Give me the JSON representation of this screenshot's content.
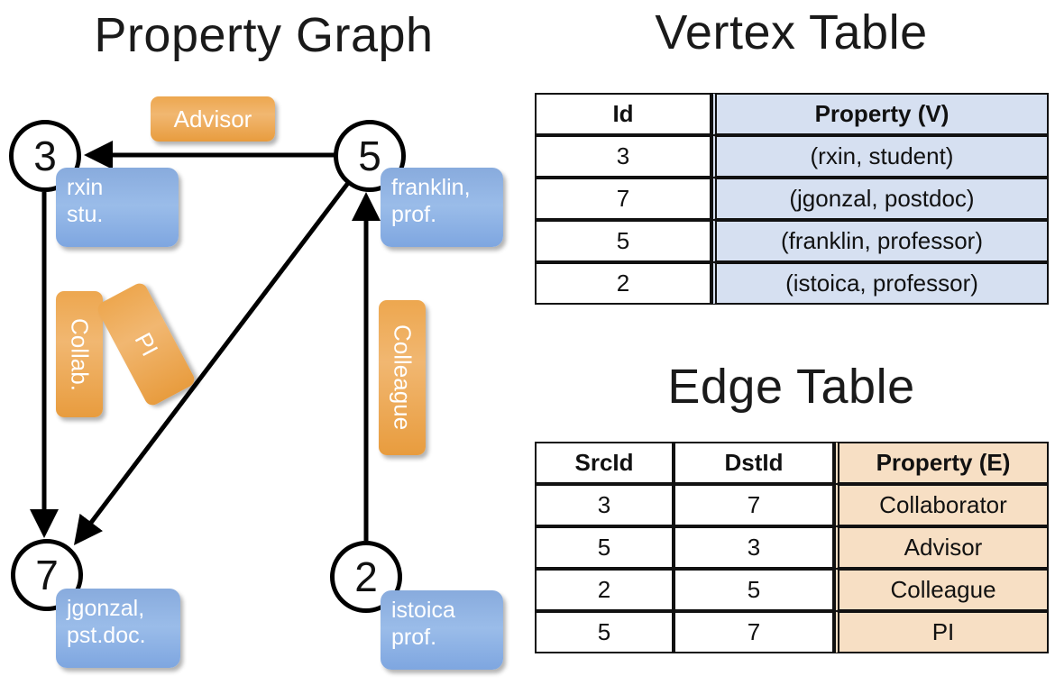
{
  "titles": {
    "property_graph": "Property Graph",
    "vertex_table": "Vertex Table",
    "edge_table": "Edge Table"
  },
  "colors": {
    "node_blue_box": "#8cb0e0",
    "edge_label_orange": "#eda74f",
    "vertex_table_fill": "#d6e0f1",
    "edge_table_fill": "#f7dfc4",
    "stroke": "#000000",
    "background": "#ffffff"
  },
  "graph": {
    "nodes": [
      {
        "id": "3",
        "property": "rxin\nstu.",
        "property_line1": "rxin",
        "property_line2": "stu."
      },
      {
        "id": "5",
        "property": "franklin,\nprof.",
        "property_line1": "franklin,",
        "property_line2": "prof."
      },
      {
        "id": "7",
        "property": "jgonzal,\npst.doc.",
        "property_line1": "jgonzal,",
        "property_line2": "pst.doc."
      },
      {
        "id": "2",
        "property": "istoica\nprof.",
        "property_line1": "istoica",
        "property_line2": "prof."
      }
    ],
    "edge_labels": [
      {
        "name": "advisor",
        "text": "Advisor",
        "orientation": "horizontal"
      },
      {
        "name": "collab",
        "text": "Collab.",
        "orientation": "vertical"
      },
      {
        "name": "pi",
        "text": "PI",
        "orientation": "rotated"
      },
      {
        "name": "colleague",
        "text": "Colleague",
        "orientation": "vertical"
      }
    ],
    "edges": [
      {
        "src": "5",
        "dst": "3",
        "label": "Advisor"
      },
      {
        "src": "3",
        "dst": "7",
        "label": "Collab."
      },
      {
        "src": "5",
        "dst": "7",
        "label": "PI"
      },
      {
        "src": "2",
        "dst": "5",
        "label": "Colleague"
      }
    ]
  },
  "vertex_table": {
    "headers": [
      "Id",
      "Property (V)"
    ],
    "rows": [
      {
        "id": "3",
        "property": "(rxin, student)"
      },
      {
        "id": "7",
        "property": "(jgonzal, postdoc)"
      },
      {
        "id": "5",
        "property": "(franklin, professor)"
      },
      {
        "id": "2",
        "property": "(istoica, professor)"
      }
    ]
  },
  "edge_table": {
    "headers": [
      "SrcId",
      "DstId",
      "Property (E)"
    ],
    "rows": [
      {
        "src": "3",
        "dst": "7",
        "property": "Collaborator"
      },
      {
        "src": "5",
        "dst": "3",
        "property": "Advisor"
      },
      {
        "src": "2",
        "dst": "5",
        "property": "Colleague"
      },
      {
        "src": "5",
        "dst": "7",
        "property": "PI"
      }
    ]
  }
}
